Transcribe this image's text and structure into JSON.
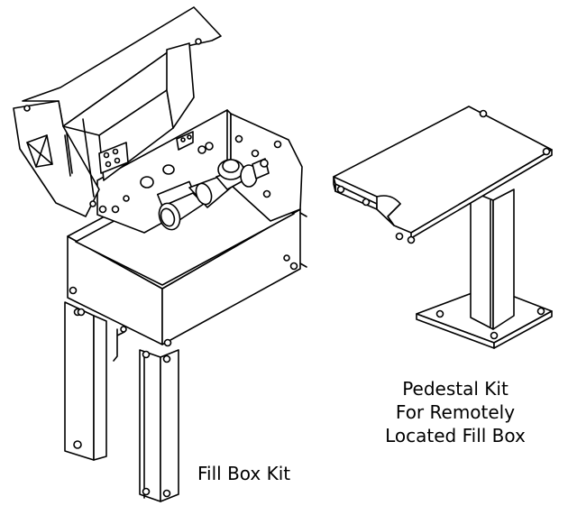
{
  "labels": {
    "fill_box_kit": "Fill Box Kit",
    "pedestal_kit": [
      "Pedestal Kit",
      "For Remotely",
      "Located Fill Box"
    ]
  },
  "colors": {
    "line": "#000000",
    "background": "#ffffff",
    "fill": "#ffffff"
  },
  "parts": {
    "fill_box": "fill-box-assembly",
    "pedestal": "pedestal-assembly"
  }
}
